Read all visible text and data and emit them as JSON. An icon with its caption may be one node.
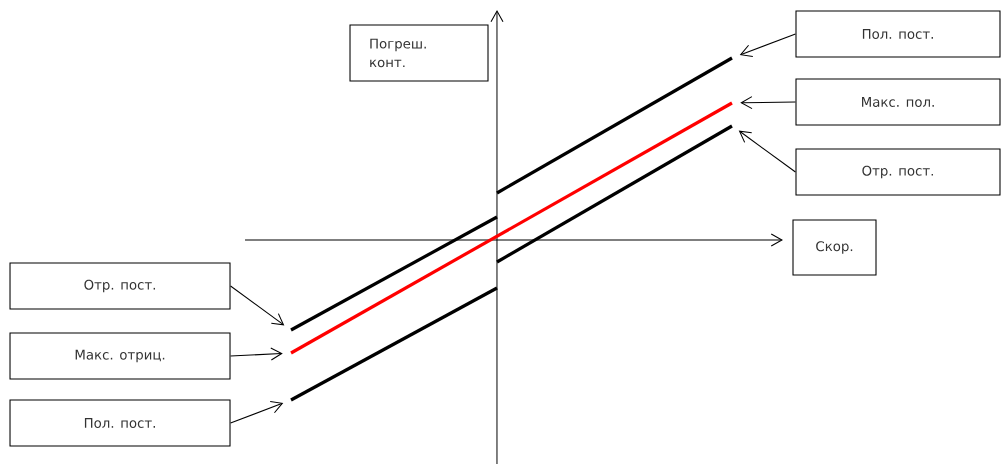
{
  "diagram": {
    "nodes": [
      {
        "text": [
          "Погреш. конт."
        ]
      },
      {
        "text": [
          "Пол. пост."
        ]
      },
      {
        "text": [
          "Макс. пол."
        ]
      },
      {
        "text": [
          "Отр. пост."
        ]
      },
      {
        "text": [
          "Скор."
        ]
      },
      {
        "text": [
          "Отр. пост."
        ]
      },
      {
        "text": [
          "Макс. отриц."
        ]
      },
      {
        "text": [
          "Пол. пост."
        ]
      },
      {
        "text": [],
        "shape": "line"
      },
      {
        "text": [],
        "shape": "line"
      },
      {
        "text": [],
        "shape": "line"
      },
      {
        "text": [],
        "shape": "line"
      },
      {
        "text": [],
        "shape": "line"
      }
    ],
    "edges": [
      {
        "from": 1,
        "to": 8,
        "arrow": "to"
      },
      {
        "from": 2,
        "to": 9,
        "arrow": "to"
      },
      {
        "from": 3,
        "to": 10,
        "arrow": "to"
      },
      {
        "from": 5,
        "to": 11,
        "arrow": "to"
      },
      {
        "from": 6,
        "to": 9,
        "arrow": "to"
      },
      {
        "from": 7,
        "to": 12,
        "arrow": "to"
      }
    ]
  }
}
